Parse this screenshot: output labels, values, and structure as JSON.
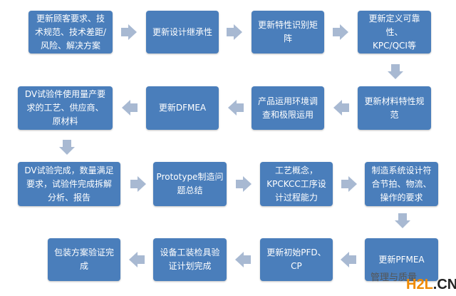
{
  "steps": [
    "更新顾客要求、技\n术规范、技术差距/\n风险、解决方案",
    "更新设计继承性",
    "更新特性识别矩\n阵",
    "更新定义可靠性、\nKPC/QCI等",
    "更新材料特性规\n范",
    "产品运用环境调\n查和极限运用",
    "更新DFMEA",
    "DV试验件使用量产要\n求的工艺、供应商、\n原材料",
    "DV试验完成，数量满足\n要求，试验件完成拆解\n分析、报告",
    "Prototype制造问\n题总结",
    "工艺概念，\nKPCKCC工序设\n计过程能力",
    "制造系统设计符\n合节拍、物流、\n操作的要求",
    "更新PFMEA",
    "更新初始PFD、\nCP",
    "设备工装检具验\n证计划完成",
    "包装方案验证完\n成"
  ],
  "watermark": {
    "text": "管理与质量",
    "site_a": "H2L",
    "site_b": ".CN"
  }
}
